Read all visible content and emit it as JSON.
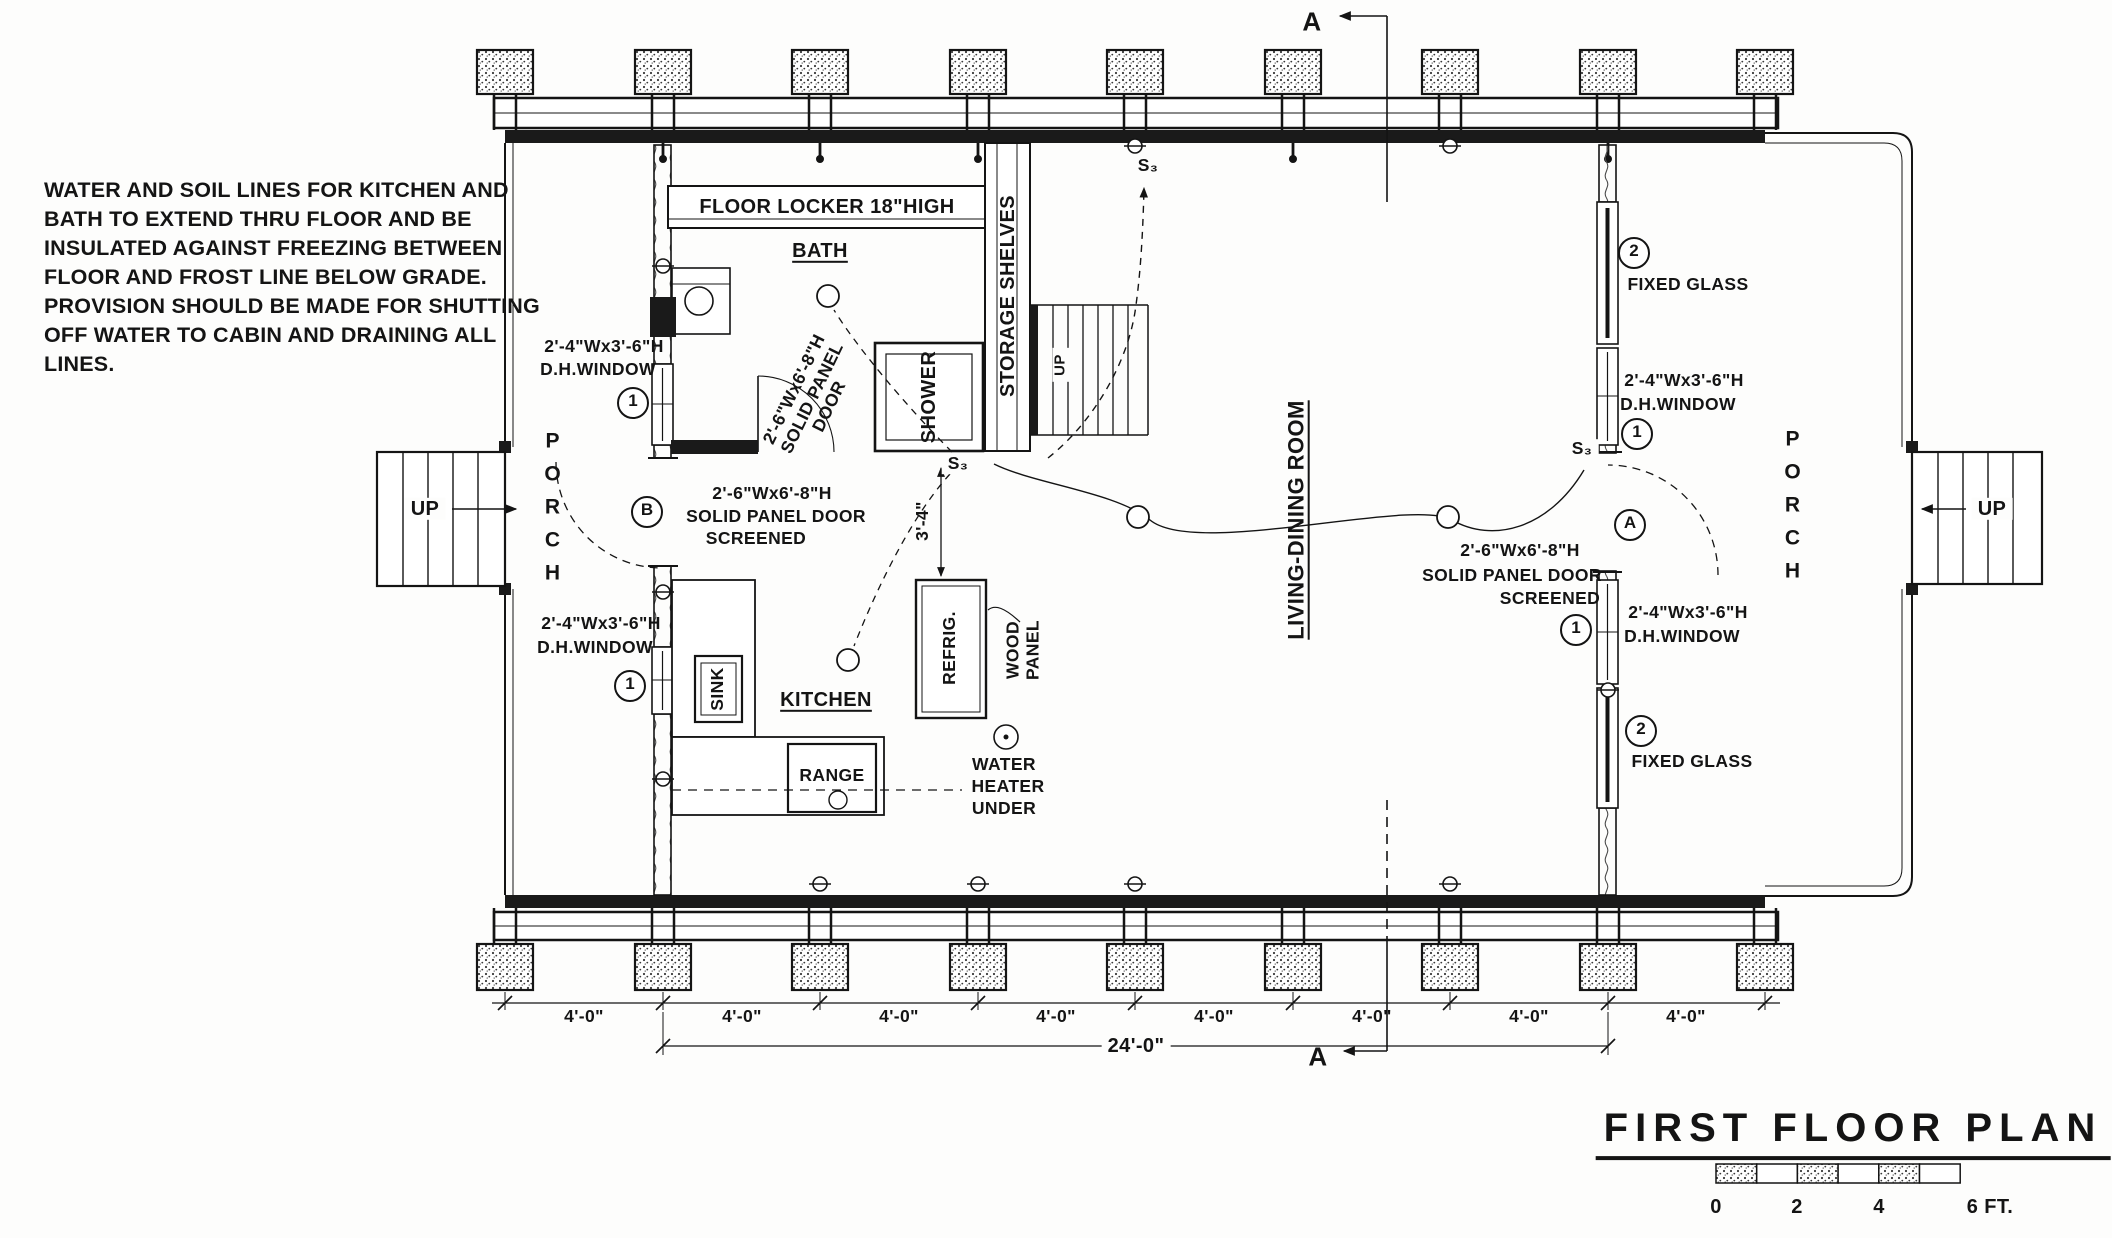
{
  "colors": {
    "ink": "#141414",
    "paper": "#fdfdfc"
  },
  "note": {
    "lines": [
      "WATER AND SOIL LINES FOR KITCHEN AND",
      "BATH TO EXTEND THRU FLOOR AND BE",
      "INSULATED AGAINST FREEZING BETWEEN",
      "FLOOR AND FROST LINE BELOW GRADE.",
      "PROVISION SHOULD BE MADE FOR SHUTTING",
      "OFF WATER TO CABIN AND DRAINING ALL",
      "LINES."
    ]
  },
  "rooms": {
    "bath": "BATH",
    "kitchen": "KITCHEN",
    "living_dining": "LIVING-DINING ROOM",
    "porch": "PORCH"
  },
  "fixtures": {
    "floor_locker": "FLOOR LOCKER 18\"HIGH",
    "storage_shelves": "STORAGE SHELVES",
    "shower": "SHOWER",
    "sink": "SINK",
    "range": "RANGE",
    "refrig": "REFRIG.",
    "wood_panel": [
      "WOOD",
      "PANEL"
    ],
    "water_heater": [
      "WATER",
      "HEATER",
      "UNDER"
    ]
  },
  "openings": {
    "dh_window_size": "2'-4\"Wx3'-6\"H",
    "dh_window": "D.H.WINDOW",
    "door_size": "2'-6\"Wx6'-8\"H",
    "solid_panel_door": "SOLID PANEL DOOR",
    "solid_panel": "SOLID PANEL",
    "door_word": "DOOR",
    "screened": "SCREENED",
    "fixed_glass": "FIXED GLASS"
  },
  "callouts": {
    "one": "1",
    "two": "2",
    "a": "A",
    "b": "B"
  },
  "symbols": {
    "switch_3way": "S₃"
  },
  "stairs": {
    "up": "UP"
  },
  "steps": {
    "up": "UP"
  },
  "section": {
    "label": "A"
  },
  "dims": {
    "bay": "4'-0\"",
    "overall": "24'-0\"",
    "kitchen_clear": "3'-4\""
  },
  "title_block": {
    "title": "FIRST FLOOR PLAN",
    "scale": [
      "0",
      "2",
      "4",
      "6 FT."
    ]
  }
}
